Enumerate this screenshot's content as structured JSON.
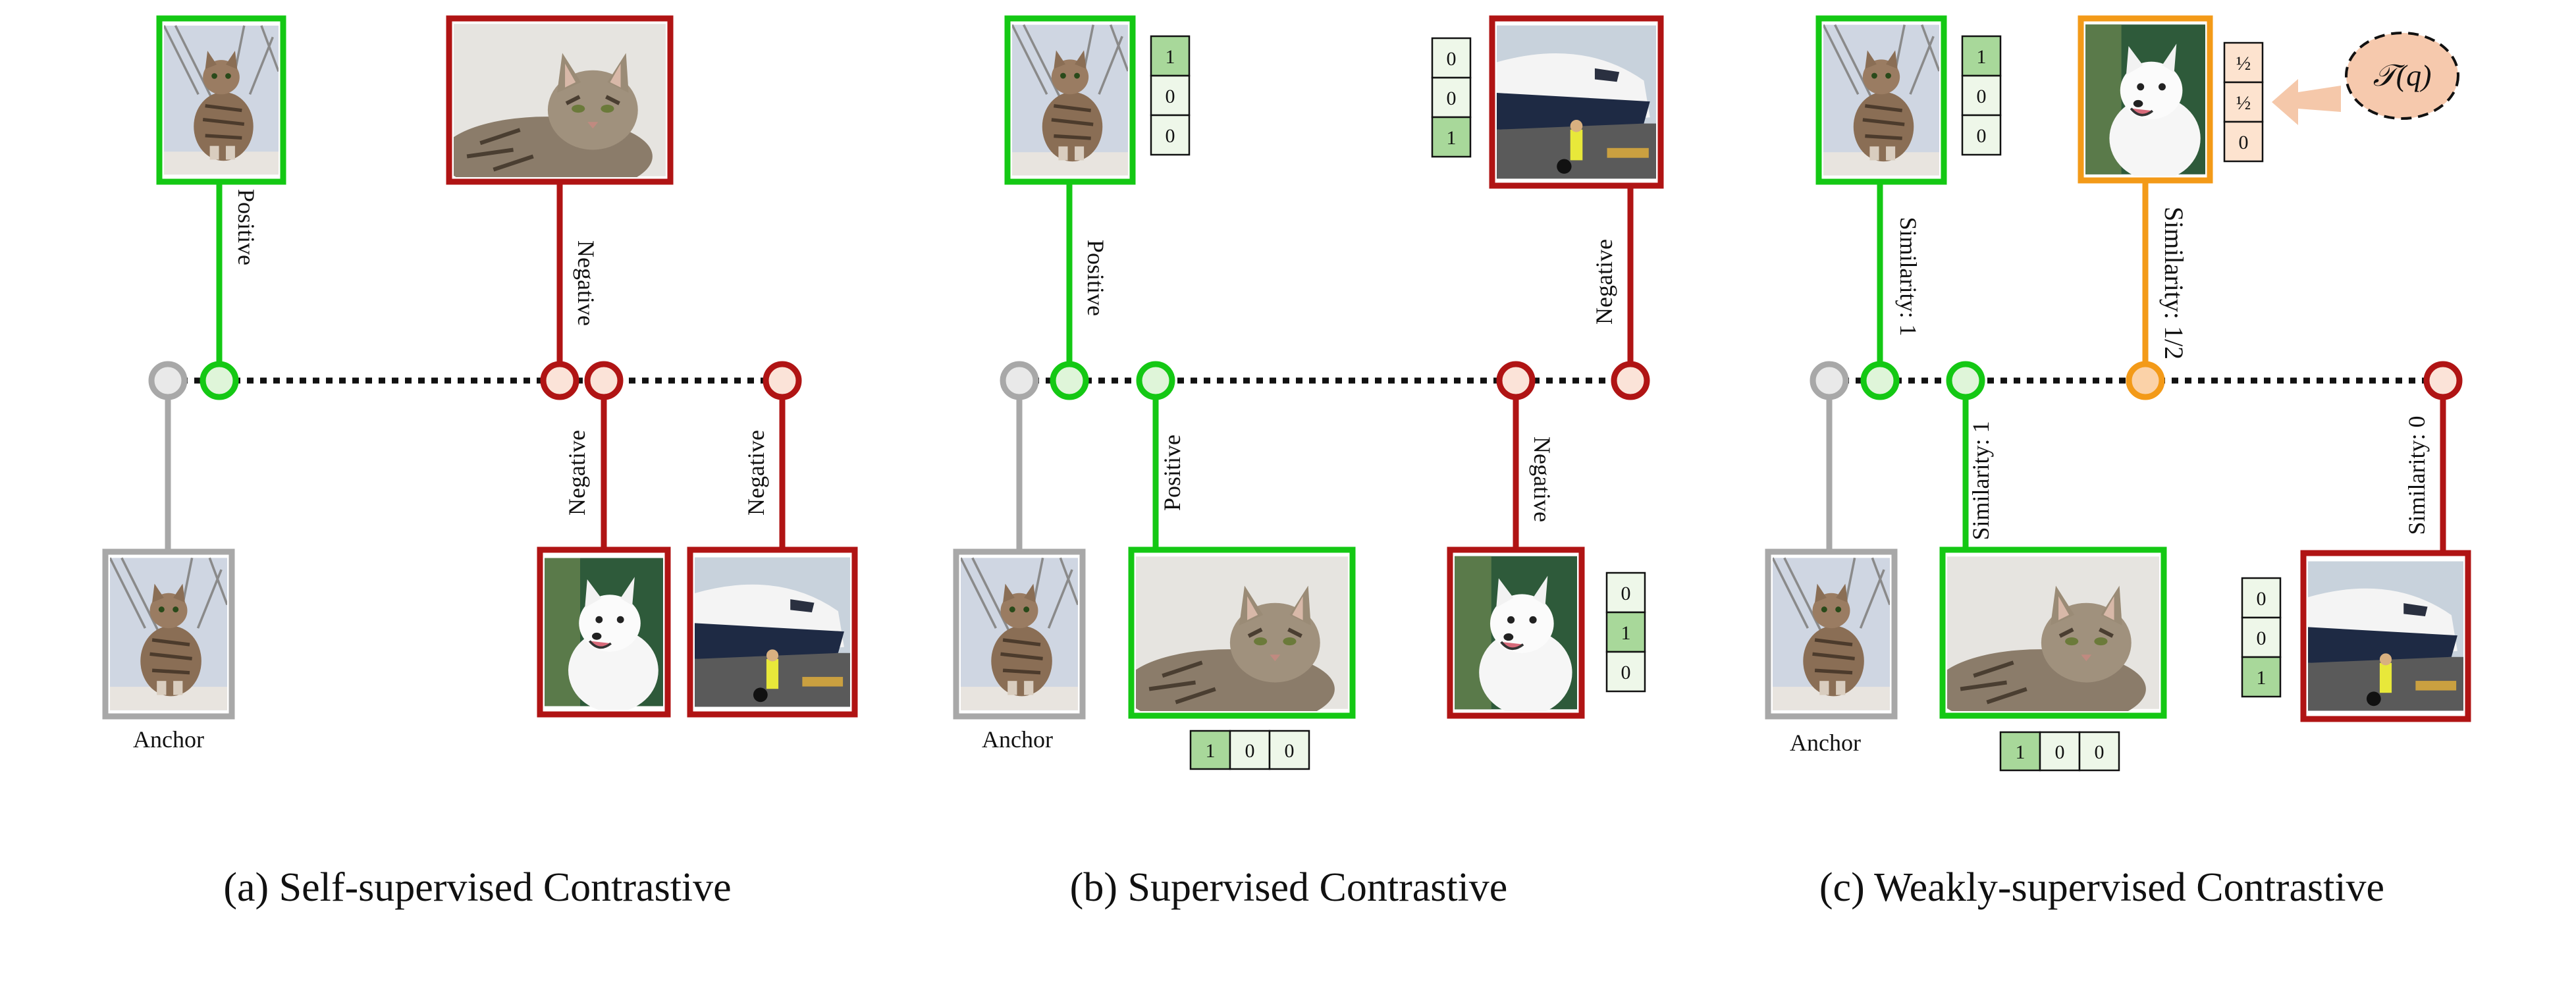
{
  "colors": {
    "anchor": "#a8a8a8",
    "positive": "#14c814",
    "negative": "#b01414",
    "partial": "#f39a18",
    "node_fill_positive": "#dff5d9",
    "node_fill_negative": "#fbe3d8",
    "node_fill_partial": "#fbd2a8",
    "node_fill_anchor": "#e9e9e9",
    "cell_dark": "#a8d89a",
    "cell_light": "#eef7e9",
    "cell_orange": "#fde3cf",
    "bubble": "#f6c9ad",
    "arrow": "#f5c8aa"
  },
  "panels": [
    {
      "id": "a",
      "caption": "(a) Self-supervised Contrastive",
      "anchor_label": "Anchor",
      "edge_labels": [
        "Positive",
        "Negative",
        "Negative",
        "Negative"
      ]
    },
    {
      "id": "b",
      "caption": "(b) Supervised Contrastive",
      "anchor_label": "Anchor",
      "edge_labels": [
        "Positive",
        "Negative",
        "Positive",
        "Negative"
      ],
      "label_vectors": [
        [
          "1",
          "0",
          "0"
        ],
        [
          "0",
          "0",
          "1"
        ],
        [
          "0",
          "1",
          "0"
        ],
        [
          "1",
          "0",
          "0"
        ]
      ]
    },
    {
      "id": "c",
      "caption": "(c) Weakly-supervised Contrastive",
      "anchor_label": "Anchor",
      "edge_labels": [
        "Similarity: 1",
        "Similarity: 1/2",
        "Similarity: 1",
        "Similarity: 0"
      ],
      "label_vectors": [
        [
          "1",
          "0",
          "0"
        ],
        [
          "½",
          "½",
          "0"
        ],
        [
          "0",
          "0",
          "1"
        ],
        [
          "1",
          "0",
          "0"
        ]
      ],
      "bubble_label": "𝒯(q)"
    }
  ],
  "icons": {
    "cat_sitting": "cat-sitting-icon",
    "cat_lying": "cat-lying-icon",
    "dog_white": "white-dog-icon",
    "airplane": "airplane-icon"
  }
}
